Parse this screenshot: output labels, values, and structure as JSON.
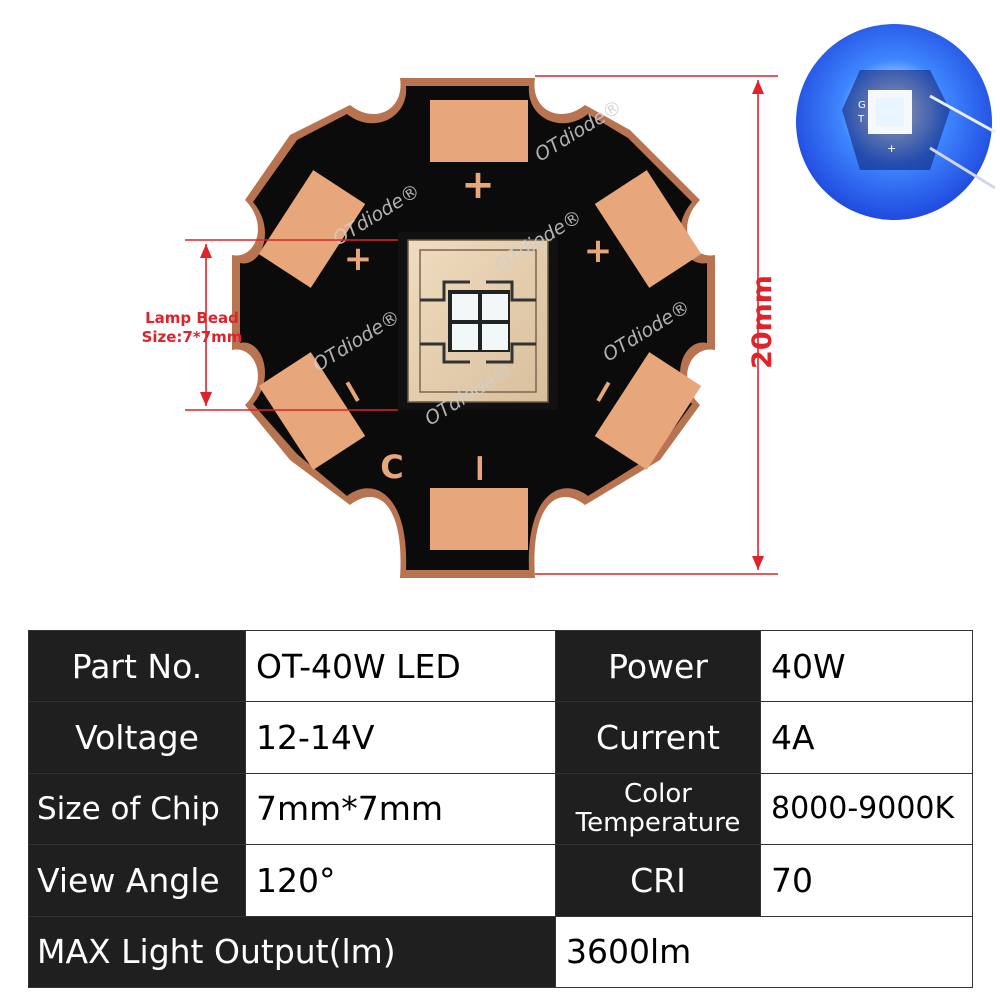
{
  "annotations": {
    "lamp_bead_line1": "Lamp Bead",
    "lamp_bead_line2": "Size:7*7mm",
    "height_dimension": "20mm"
  },
  "board": {
    "watermark": "OTdiode",
    "watermark_mark": "®",
    "plus_sign": "+",
    "minus_sign": "−",
    "letter_c": "C"
  },
  "inset_photo": {
    "label_g": "G",
    "label_t": "T",
    "plus_sign": "+"
  },
  "specs": {
    "part_no_label": "Part No.",
    "part_no_value": "OT-40W LED",
    "power_label": "Power",
    "power_value": "40W",
    "voltage_label": "Voltage",
    "voltage_value": "12-14V",
    "current_label": "Current",
    "current_value": "4A",
    "chip_size_label": "Size of Chip",
    "chip_size_value": "7mm*7mm",
    "color_temp_label_line1": "Color",
    "color_temp_label_line2": "Temperature",
    "color_temp_value": "8000-9000K",
    "view_angle_label": "View Angle",
    "view_angle_value": "120°",
    "cri_label": "CRI",
    "cri_value": "70",
    "max_output_label": "MAX Light Output(lm)",
    "max_output_value": "3600lm"
  },
  "colors": {
    "board_black": "#0b0b0b",
    "copper_pad": "#e7a77a",
    "copper_edge": "#b87350",
    "dimension_red": "#e0222a",
    "inset_blue": "#1e5bff",
    "table_dark": "#1f1f1f"
  }
}
